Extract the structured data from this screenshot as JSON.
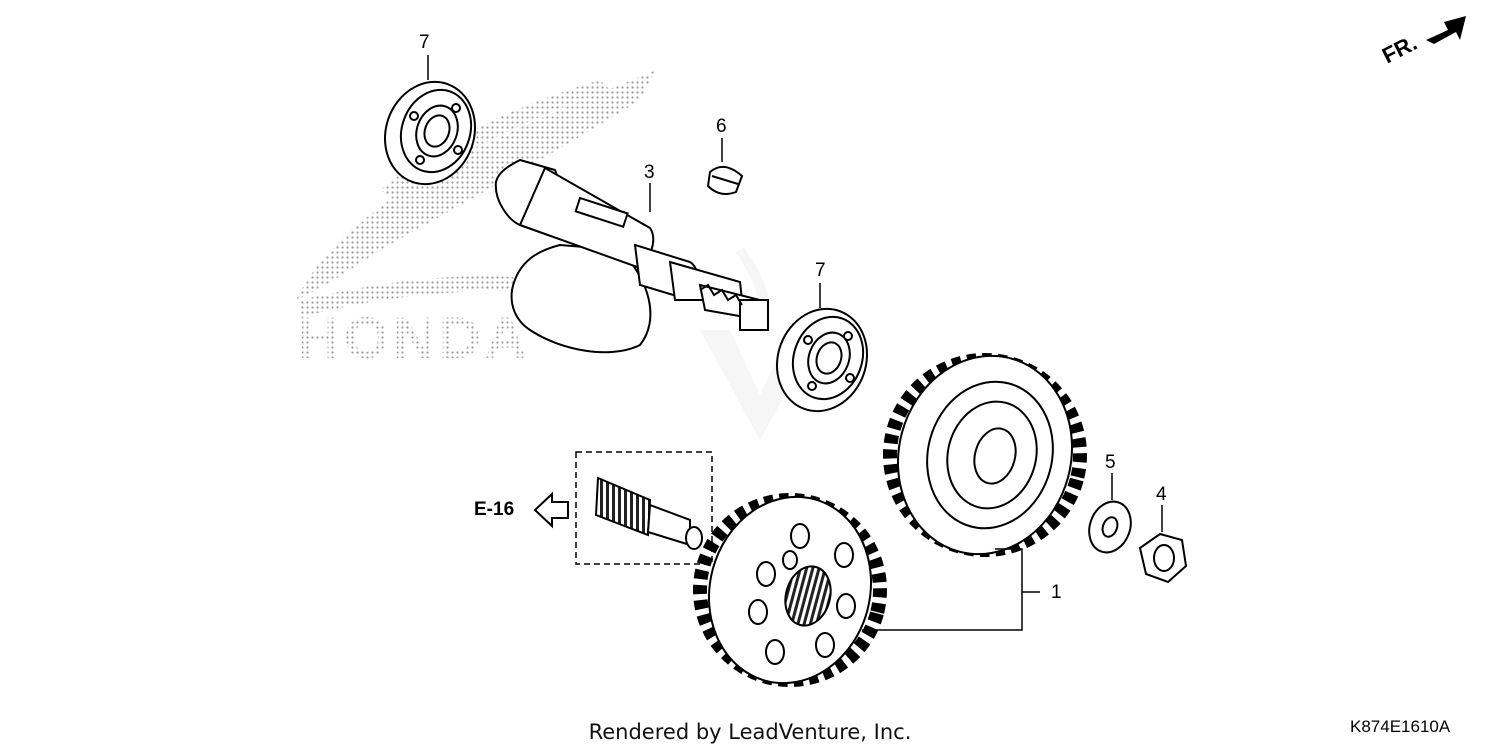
{
  "callouts": {
    "bearing_top": "7",
    "key": "6",
    "balancer_shaft": "3",
    "bearing_mid": "7",
    "washer": "5",
    "nut": "4",
    "gear_set": "1"
  },
  "reference": {
    "label": "E-16"
  },
  "orientation": {
    "label": "FR."
  },
  "watermark": {
    "text": "HONDA"
  },
  "footer": {
    "rendered_by": "Rendered by LeadVenture, Inc."
  },
  "diagram_code": "K874E1610A",
  "colors": {
    "line": "#000000",
    "stipple": "#9a9a9a",
    "watermark_ghost": "#eeeeee"
  }
}
